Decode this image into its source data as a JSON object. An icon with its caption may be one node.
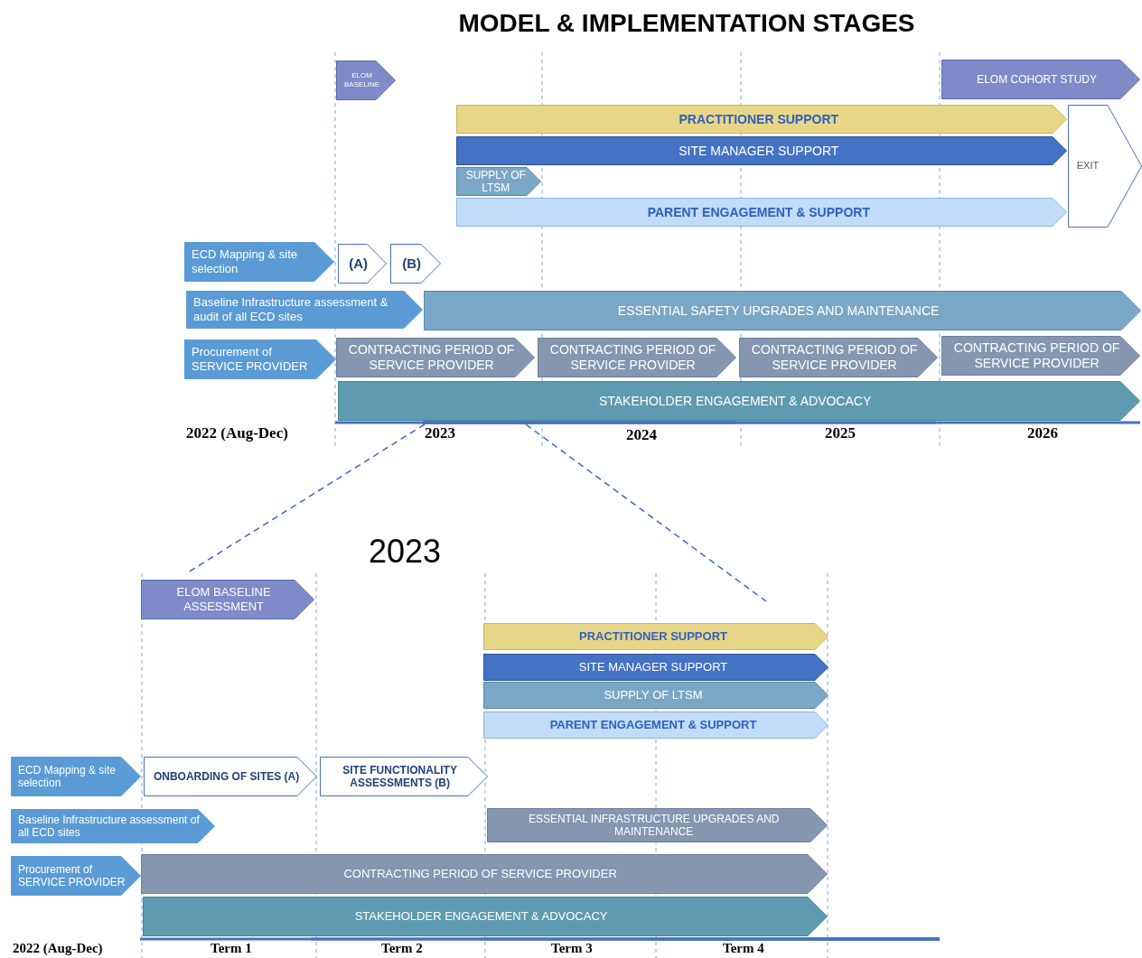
{
  "diagram": {
    "title": "MODEL & IMPLEMENTATION STAGES",
    "nodes": [
      {
        "text": [
          "ELOM BASELINE"
        ]
      },
      {
        "text": [
          "ELOM COHORT STUDY"
        ]
      },
      {
        "text": [
          "PRACTITIONER SUPPORT"
        ]
      },
      {
        "text": [
          "SITE MANAGER SUPPORT"
        ]
      },
      {
        "text": [
          "SUPPLY OF LTSM"
        ]
      },
      {
        "text": [
          "PARENT ENGAGEMENT & SUPPORT"
        ]
      },
      {
        "text": [
          "EXIT"
        ]
      },
      {
        "text": [
          "ECD Mapping & site selection"
        ]
      },
      {
        "text": [
          "(A)"
        ]
      },
      {
        "text": [
          "(B)"
        ]
      },
      {
        "text": [
          "Baseline Infrastructure assessment & audit of all ECD sites"
        ]
      },
      {
        "text": [
          "ESSENTIAL SAFETY UPGRADES AND MAINTENANCE"
        ]
      },
      {
        "text": [
          "Procurement of SERVICE PROVIDER"
        ]
      },
      {
        "text": [
          "CONTRACTING PERIOD OF SERVICE PROVIDER"
        ]
      },
      {
        "text": [
          "CONTRACTING PERIOD OF SERVICE PROVIDER"
        ]
      },
      {
        "text": [
          "CONTRACTING PERIOD OF SERVICE PROVIDER"
        ]
      },
      {
        "text": [
          "CONTRACTING PERIOD OF SERVICE PROVIDER"
        ]
      },
      {
        "text": [
          "STAKEHOLDER ENGAGEMENT & ADVOCACY"
        ]
      },
      {
        "text": [
          "ELOM BASELINE ASSESSMENT"
        ]
      },
      {
        "text": [
          "PRACTITIONER SUPPORT"
        ]
      },
      {
        "text": [
          "SITE MANAGER SUPPORT"
        ]
      },
      {
        "text": [
          "SUPPLY OF LTSM"
        ]
      },
      {
        "text": [
          "PARENT ENGAGEMENT & SUPPORT"
        ]
      },
      {
        "text": [
          "ECD Mapping & site selection"
        ]
      },
      {
        "text": [
          "ONBOARDING OF SITES (A)"
        ]
      },
      {
        "text": [
          "SITE FUNCTIONALITY ASSESSMENTS (B)"
        ]
      },
      {
        "text": [
          "Baseline Infrastructure assessment of all ECD sites"
        ]
      },
      {
        "text": [
          "ESSENTIAL INFRASTRUCTURE UPGRADES AND MAINTENANCE"
        ]
      },
      {
        "text": [
          "Procurement of SERVICE PROVIDER"
        ]
      },
      {
        "text": [
          "CONTRACTING PERIOD OF SERVICE PROVIDER"
        ]
      },
      {
        "text": [
          "STAKEHOLDER ENGAGEMENT & ADVOCACY"
        ]
      }
    ],
    "labels": [
      "2022 (Aug-Dec)",
      "2023",
      "2024",
      "2025",
      "2026",
      "2023",
      "2022 (Aug-Dec)",
      "Term 1",
      "Term 2",
      "Term 3",
      "Term 4"
    ]
  }
}
